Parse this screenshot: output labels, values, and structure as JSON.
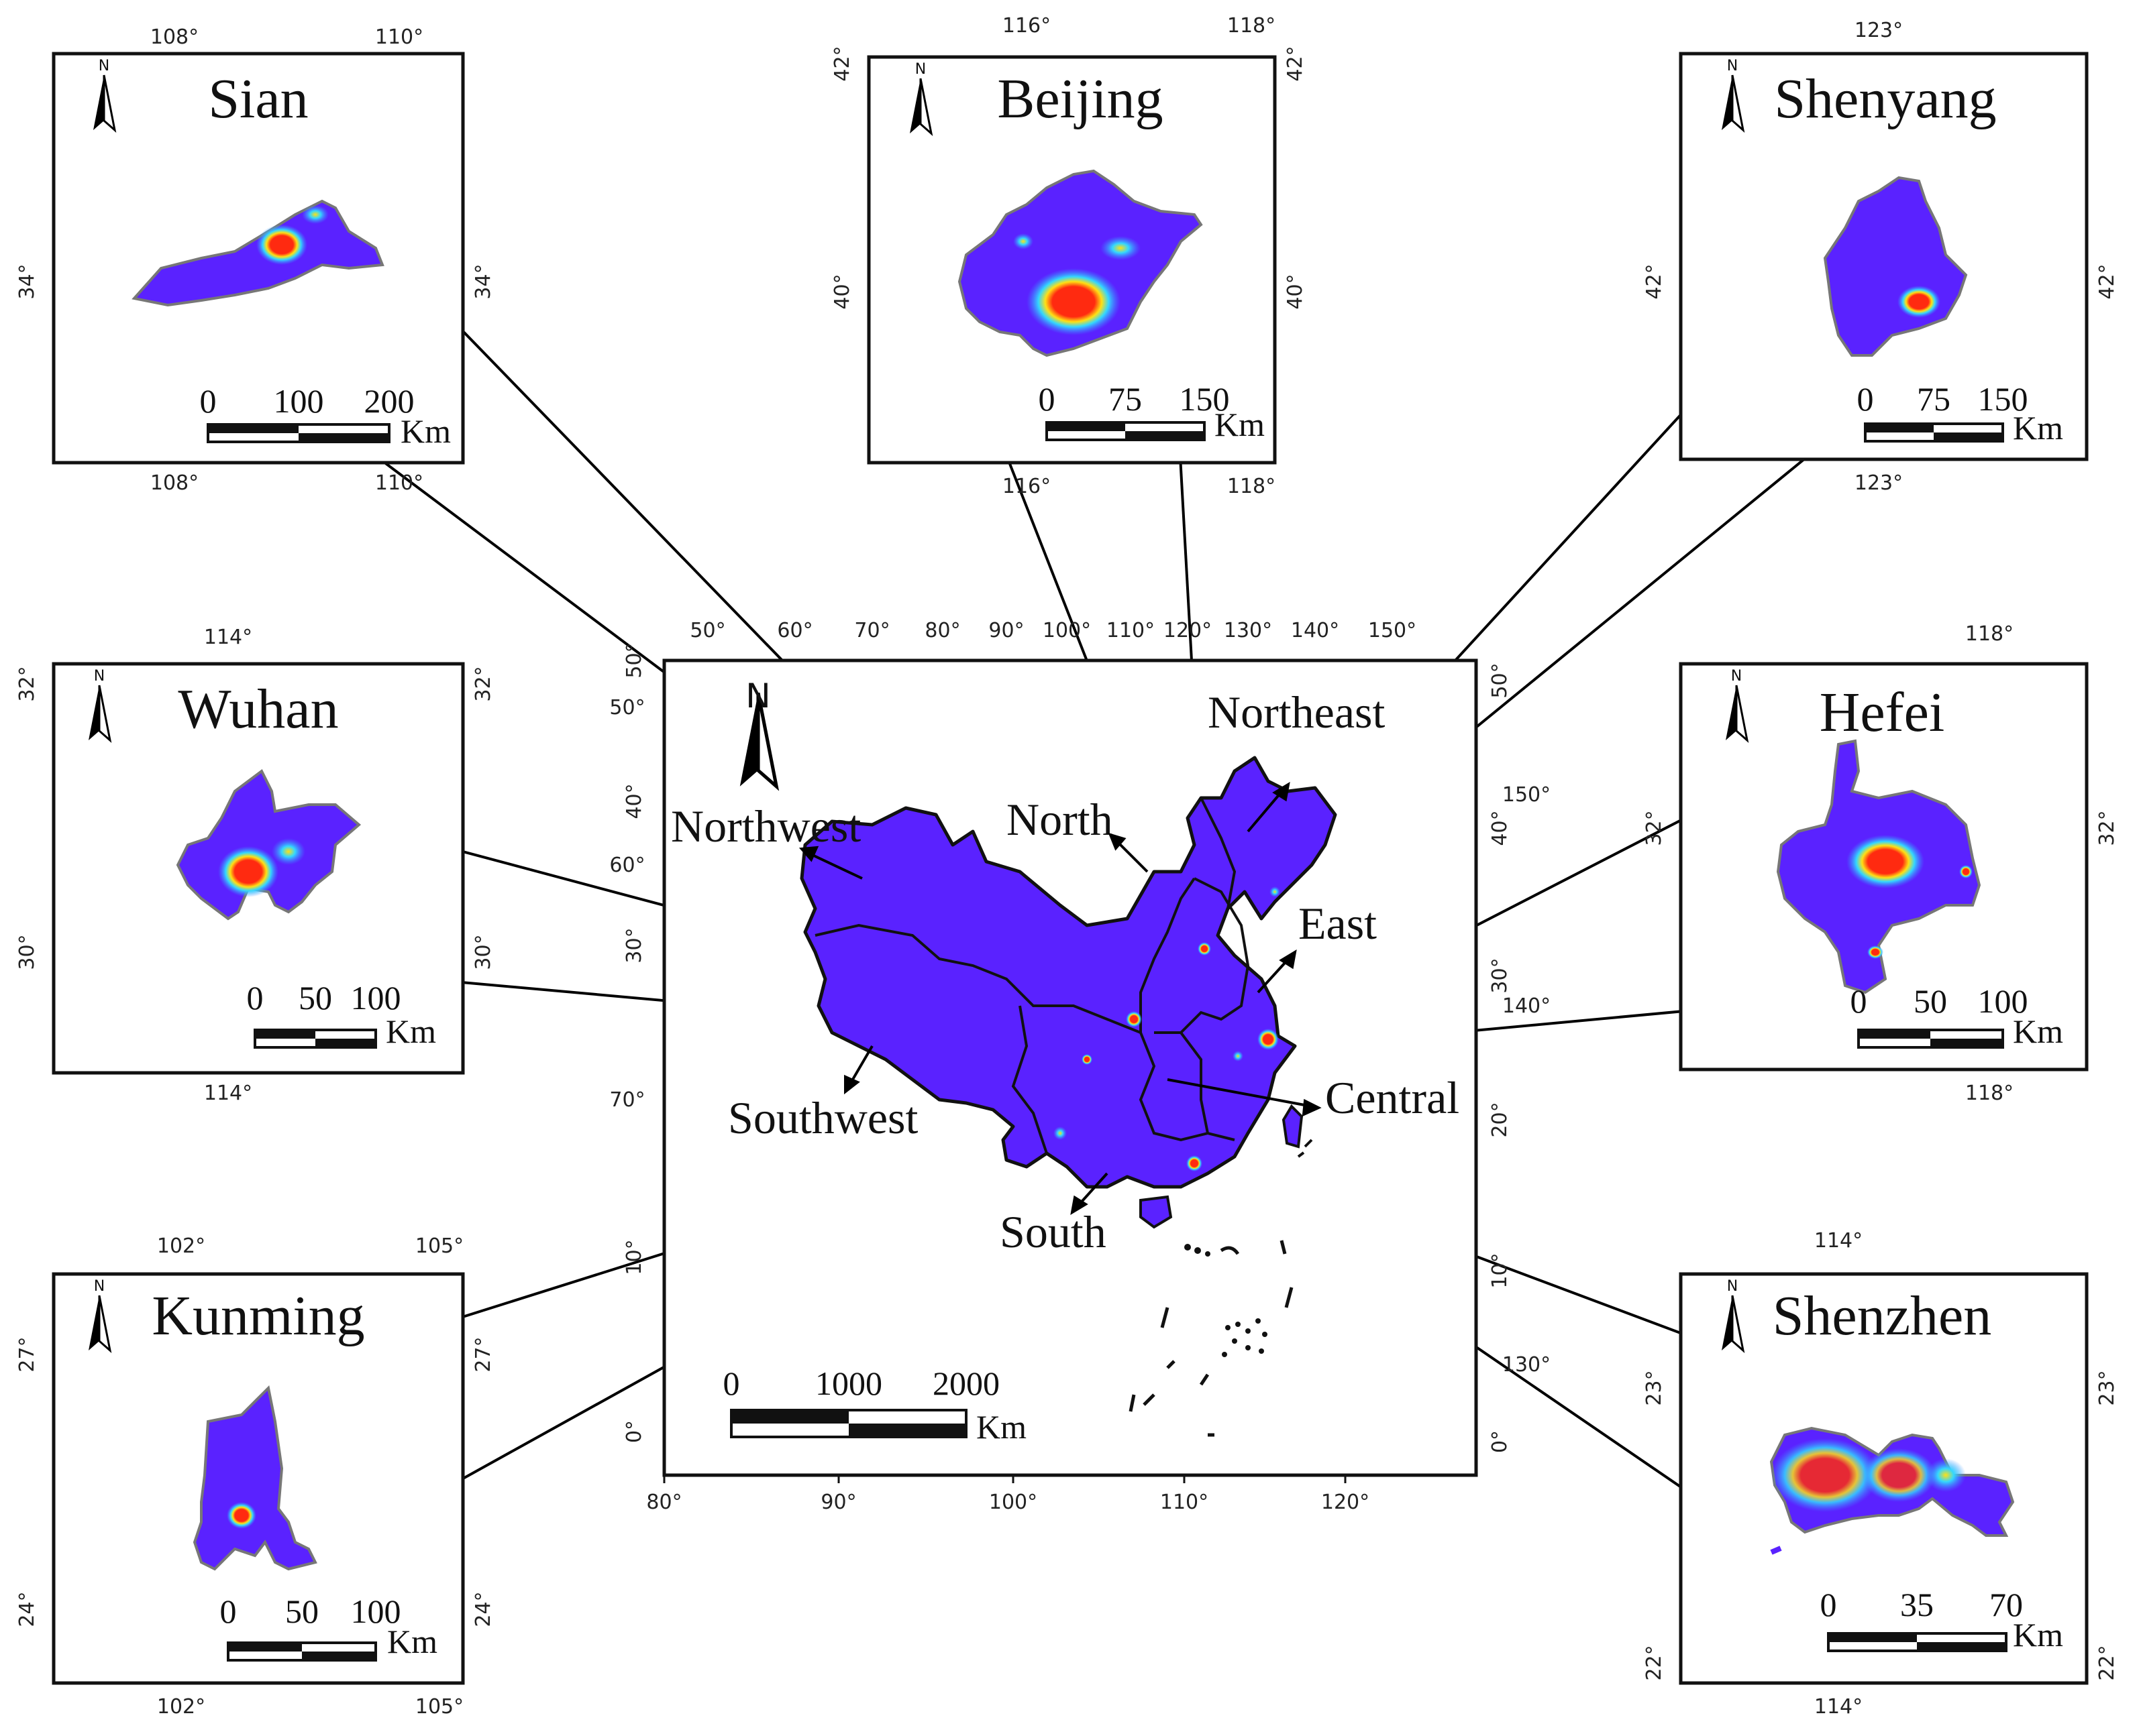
{
  "colors": {
    "land": "#5a22ff",
    "urban_core": "#ff2a10",
    "urban_ring": "#ffe014",
    "urban_mid": "#33d7ff",
    "urban_edge": "#3a8cff",
    "outline": "#777777",
    "frame": "#111111"
  },
  "icons": {
    "north_arrow": "north-arrow-icon"
  },
  "main_map": {
    "north_label": "N",
    "regions": [
      "Northwest",
      "North",
      "Northeast",
      "East",
      "Central",
      "Southwest",
      "South"
    ],
    "scale_bar": {
      "ticks": [
        "0",
        "1000",
        "2000"
      ],
      "unit": "Km"
    },
    "ticks_bottom": [
      "80°",
      "90°",
      "100°",
      "110°",
      "120°"
    ],
    "ticks_top": [
      "50°",
      "60°",
      "70°",
      "80°",
      "90°",
      "100°",
      "110°",
      "120°",
      "130°",
      "140°",
      "150°"
    ],
    "ticks_left": [
      "50°",
      "50°",
      "40°",
      "60°",
      "30°",
      "70°",
      "10°",
      "0°"
    ],
    "ticks_right": [
      "50°",
      "150°",
      "40°",
      "30°",
      "140°",
      "20°",
      "10°",
      "130°",
      "0°"
    ]
  },
  "insets": [
    {
      "city": "Sian",
      "north_label": "N",
      "scale_ticks": [
        "0",
        "100",
        "200"
      ],
      "unit": "Km",
      "lon_top": [
        "108°",
        "110°"
      ],
      "lon_bottom": [
        "108°",
        "110°"
      ],
      "lat_left": "34°",
      "lat_right": "34°"
    },
    {
      "city": "Beijing",
      "north_label": "N",
      "scale_ticks": [
        "0",
        "75",
        "150"
      ],
      "unit": "Km",
      "lon_top": [
        "116°",
        "118°"
      ],
      "lon_bottom": [
        "116°",
        "118°"
      ],
      "lat_left": [
        "42°",
        "40°"
      ],
      "lat_right": [
        "42°",
        "40°"
      ]
    },
    {
      "city": "Shenyang",
      "north_label": "N",
      "scale_ticks": [
        "0",
        "75",
        "150"
      ],
      "unit": "Km",
      "lon_top": [
        "123°"
      ],
      "lon_bottom": [
        "123°"
      ],
      "lat_left": "42°",
      "lat_right": "42°"
    },
    {
      "city": "Wuhan",
      "north_label": "N",
      "scale_ticks": [
        "0",
        "50",
        "100"
      ],
      "unit": "Km",
      "lon_top": [
        "114°"
      ],
      "lon_bottom": [
        "114°"
      ],
      "lat_left": [
        "32°",
        "30°"
      ],
      "lat_right": [
        "32°",
        "30°"
      ]
    },
    {
      "city": "Hefei",
      "north_label": "N",
      "scale_ticks": [
        "0",
        "50",
        "100"
      ],
      "unit": "Km",
      "lon_top": [
        "118°"
      ],
      "lon_bottom": [
        "118°"
      ],
      "lat_left": "32°",
      "lat_right": "32°"
    },
    {
      "city": "Kunming",
      "north_label": "N",
      "scale_ticks": [
        "0",
        "50",
        "100"
      ],
      "unit": "Km",
      "lon_top": [
        "102°",
        "105°"
      ],
      "lon_bottom": [
        "102°",
        "105°"
      ],
      "lat_left": [
        "27°",
        "24°"
      ],
      "lat_right": [
        "27°",
        "24°"
      ]
    },
    {
      "city": "Shenzhen",
      "north_label": "N",
      "scale_ticks": [
        "0",
        "35",
        "70"
      ],
      "unit": "Km",
      "lon_top": [
        "114°"
      ],
      "lon_bottom": [
        "114°"
      ],
      "lat_left": [
        "23°",
        "22°"
      ],
      "lat_right": [
        "23°",
        "22°"
      ]
    }
  ]
}
